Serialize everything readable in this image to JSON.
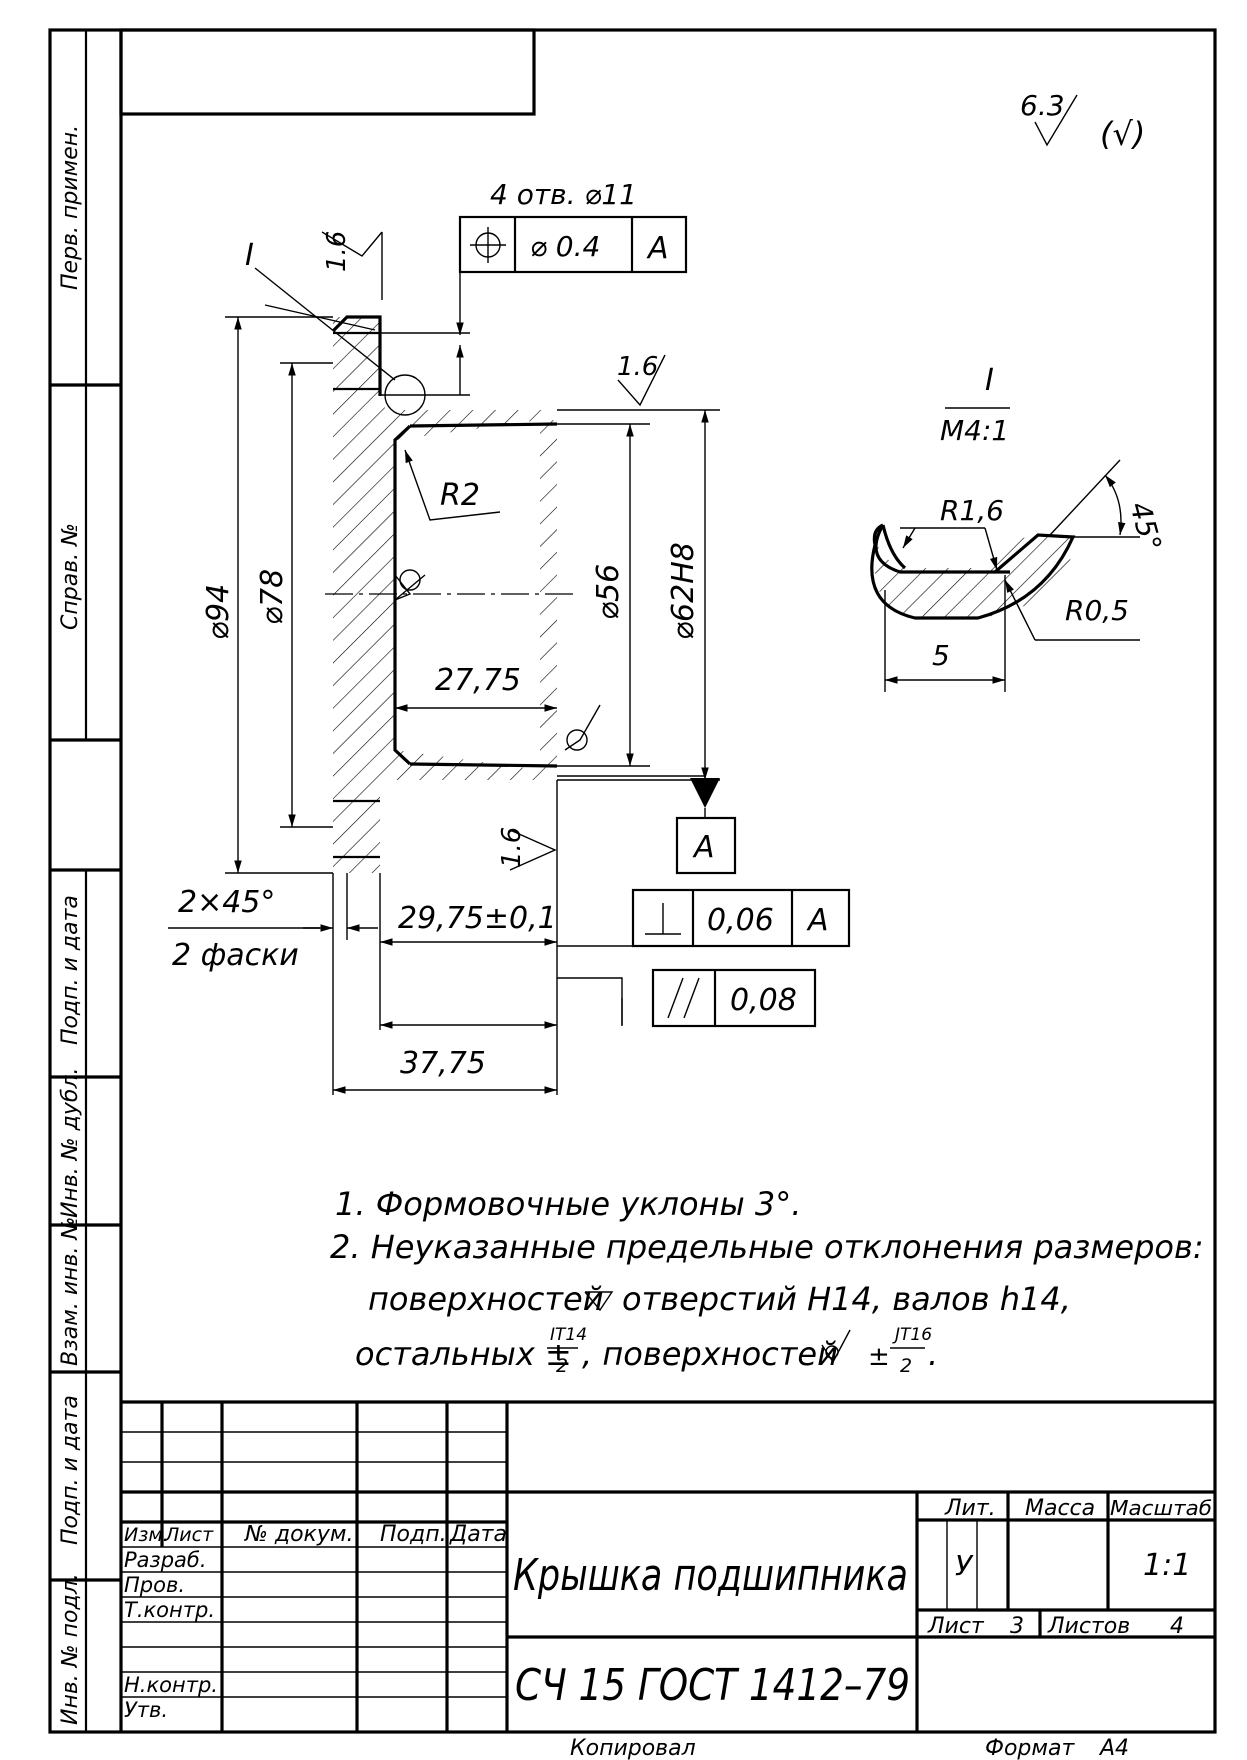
{
  "roughness": {
    "general": "6.3",
    "other": "(√)",
    "face_a": "1.6",
    "face_b": "1.6",
    "face_c": "1.6"
  },
  "position_tolerance": {
    "holes": "4 отв. ⌀11",
    "value": "⌀ 0.4",
    "datum": "A"
  },
  "callouts": {
    "detail_mark": "I",
    "detail_title": "I",
    "detail_scale": "M4:1",
    "radius_r2": "R2"
  },
  "dimensions": {
    "d94": "⌀94",
    "d78": "⌀78",
    "d56": "⌀56",
    "d62": "⌀62H8",
    "len_27": "27,75",
    "len_29": "29,75±0,1",
    "len_37": "37,75",
    "chamfer": "2×45°",
    "chamfer_note": "2 фаски"
  },
  "datum": {
    "label": "A"
  },
  "perpendicularity": {
    "value": "0,06",
    "datum": "A"
  },
  "parallelism": {
    "value": "0,08"
  },
  "detail_view": {
    "r16": "R1,6",
    "angle": "45°",
    "r05": "R0,5",
    "width": "5"
  },
  "notes": {
    "n1": "1. Формовочные уклоны 3°.",
    "n2": "2. Неуказанные предельные отклонения размеров:",
    "n3a": "поверхностей",
    "n3b": "отверстий H14, валов h14,",
    "n4a": "остальных ±",
    "frac1_num": "IT14",
    "frac1_den": "2",
    "n4b": ", поверхностей",
    "n4c": "±",
    "frac2_num": "JT16",
    "frac2_den": "2",
    "n4d": "."
  },
  "side_stamps": {
    "perv_primen": "Перв. примен.",
    "sprav_no": "Справ. №",
    "podp_data_1": "Подп. и дата",
    "inv_dubl": "Инв. № дубл.",
    "vzam_inv": "Взам. инв. №",
    "podp_data_2": "Подп. и дата",
    "inv_podl": "Инв. № подл."
  },
  "title_block": {
    "headers": {
      "izm": "Изм.",
      "list": "Лист",
      "doc_no": "№ докум.",
      "podp": "Подп.",
      "data": "Дата"
    },
    "roles": {
      "razrab": "Разраб.",
      "prov": "Пров.",
      "tkontr": "Т.контр.",
      "nkontr": "Н.контр.",
      "utv": "Утв."
    },
    "title": "Крышка подшипника",
    "material": "СЧ 15 ГОСТ 1412–79",
    "lit_label": "Лит.",
    "mass_label": "Масса",
    "scale_label": "Масштаб",
    "lit_value": "У",
    "scale_value": "1:1",
    "sheet_label": "Лист",
    "sheet_value": "3",
    "sheets_label": "Листов",
    "sheets_value": "4"
  },
  "footer": {
    "copied": "Копировал",
    "format_label": "Формат",
    "format_value": "A4"
  }
}
